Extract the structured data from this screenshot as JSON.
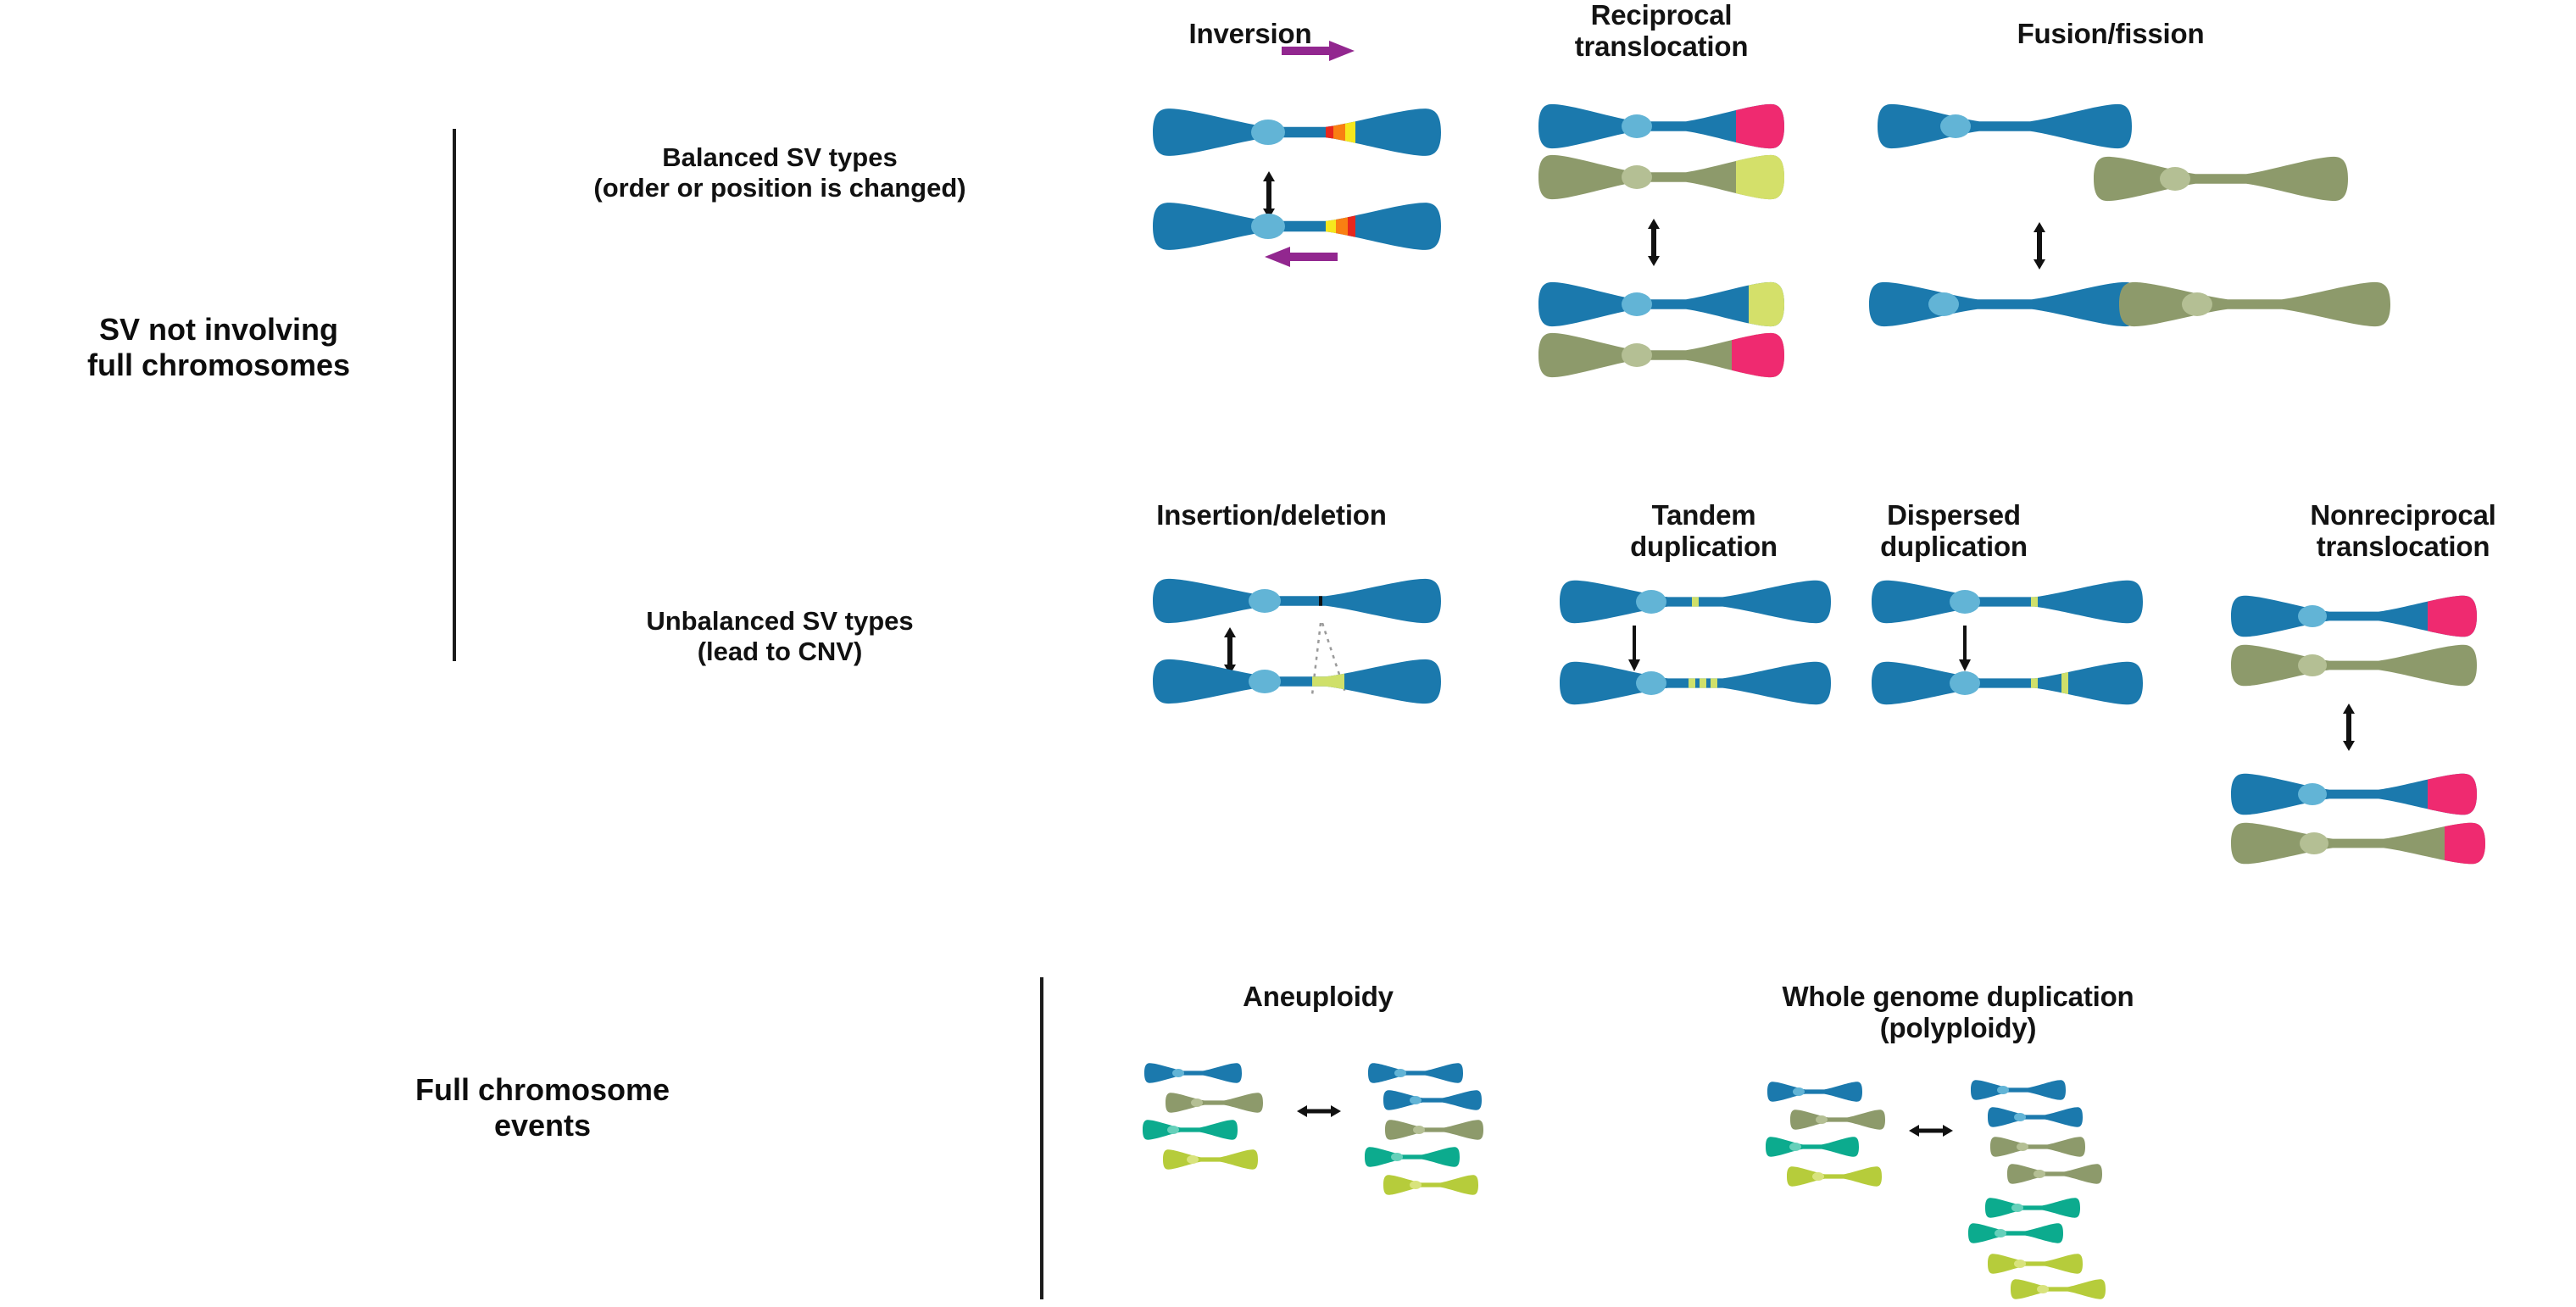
{
  "figure": {
    "type": "diagram",
    "subject": "Classification of structural variant (SV) types in chromosomes",
    "background": "#ffffff"
  },
  "palette": {
    "chrom_blue": "#1b79ad",
    "chrom_blue_dark": "#17688f",
    "chrom_blue_centromere": "#62b4d6",
    "chrom_olive": "#8d9a6b",
    "chrom_olive_dark": "#6f7a52",
    "chrom_olive_centromere": "#b4bf94",
    "chrom_teal": "#0cab8e",
    "chrom_teal_dark": "#0b8f78",
    "chrom_yellowgreen": "#b6cc3b",
    "chrom_yellowgreen_dark": "#97ab2e",
    "tip_pink": "#ef2a70",
    "tip_yellowgreen": "#d4e06a",
    "band_yellowgreen": "#cfe06a",
    "inversion_band_red": "#e8271c",
    "inversion_band_orange": "#f97f12",
    "inversion_band_yellow": "#f6e71d",
    "arrow_purple": "#92278f",
    "arrow_black": "#111111",
    "divider": "#1b1b1b",
    "breakpoint_line": "#111111"
  },
  "groups": [
    {
      "id": "sv-not-full-chromosomes",
      "label": "SV not involving\nfull chromosomes",
      "label_line1": "SV not involving",
      "label_line2": "full chromosomes",
      "rows": [
        {
          "id": "balanced",
          "label_line1": "Balanced SV types",
          "label_line2": "(order or position is changed)",
          "panels": [
            "inversion",
            "reciprocal-translocation",
            "fusion-fission"
          ]
        },
        {
          "id": "unbalanced",
          "label_line1": "Unbalanced SV types",
          "label_line2": "(lead to CNV)",
          "panels": [
            "insertion-deletion",
            "tandem-duplication",
            "dispersed-duplication",
            "nonreciprocal-translocation"
          ]
        }
      ]
    },
    {
      "id": "full-chromosome-events",
      "label_line1": "Full chromosome",
      "label_line2": "events",
      "rows": [
        {
          "id": "whole-chromosome",
          "panels": [
            "aneuploidy",
            "whole-genome-duplication"
          ]
        }
      ]
    }
  ],
  "panels": {
    "inversion": {
      "title": "Inversion",
      "title_lines": [
        "Inversion"
      ],
      "arrow_top": "right",
      "arrow_bottom": "left",
      "transition": "double-vertical",
      "before": [
        {
          "color": "blue",
          "band": "gradient-red-orange-yellow",
          "band_direction": "forward"
        }
      ],
      "after": [
        {
          "color": "blue",
          "band": "gradient-red-orange-yellow",
          "band_direction": "reversed"
        }
      ]
    },
    "reciprocal-translocation": {
      "title_lines": [
        "Reciprocal",
        "translocation"
      ],
      "transition": "double-vertical",
      "before": [
        {
          "color": "blue",
          "tip": "pink"
        },
        {
          "color": "olive",
          "tip": "yellowgreen"
        }
      ],
      "after": [
        {
          "color": "blue",
          "tip": "yellowgreen"
        },
        {
          "color": "olive",
          "tip": "pink"
        }
      ]
    },
    "fusion-fission": {
      "title_lines": [
        "Fusion/fission"
      ],
      "transition": "double-vertical",
      "before": [
        {
          "color": "blue"
        },
        {
          "color": "olive"
        }
      ],
      "after": [
        {
          "color": "blue-olive-fused"
        }
      ]
    },
    "insertion-deletion": {
      "title_lines": [
        "Insertion/deletion"
      ],
      "transition": "double-vertical",
      "before": [
        {
          "color": "blue",
          "breakpoint": true
        }
      ],
      "after": [
        {
          "color": "blue",
          "insert": "yellowgreen-block"
        }
      ],
      "guide_lines": "dotted"
    },
    "tandem-duplication": {
      "title_lines": [
        "Tandem",
        "duplication"
      ],
      "transition": "down-arrow",
      "before": [
        {
          "color": "blue",
          "stripes": 1
        }
      ],
      "after": [
        {
          "color": "blue",
          "stripes": 3,
          "arrangement": "adjacent"
        }
      ]
    },
    "dispersed-duplication": {
      "title_lines": [
        "Dispersed",
        "duplication"
      ],
      "transition": "down-arrow",
      "before": [
        {
          "color": "blue",
          "stripes": 1
        }
      ],
      "after": [
        {
          "color": "blue",
          "stripes": 2,
          "arrangement": "separated"
        }
      ]
    },
    "nonreciprocal-translocation": {
      "title_lines": [
        "Nonreciprocal",
        "translocation"
      ],
      "transition": "double-vertical",
      "before": [
        {
          "color": "blue",
          "tip": "pink"
        },
        {
          "color": "olive"
        }
      ],
      "after": [
        {
          "color": "blue",
          "tip": "pink"
        },
        {
          "color": "olive",
          "tip": "pink"
        }
      ]
    },
    "aneuploidy": {
      "title_lines": [
        "Aneuploidy"
      ],
      "transition": "double-horizontal",
      "before_count": 4,
      "after_count": 5,
      "before": [
        "blue",
        "olive",
        "teal",
        "yellowgreen"
      ],
      "after": [
        "blue",
        "blue",
        "olive",
        "teal",
        "yellowgreen"
      ]
    },
    "whole-genome-duplication": {
      "title_lines": [
        "Whole genome duplication",
        "(polyploidy)"
      ],
      "transition": "double-horizontal",
      "before_count": 4,
      "after_count": 8,
      "before": [
        "blue",
        "olive",
        "teal",
        "yellowgreen"
      ],
      "after": [
        "blue",
        "blue",
        "olive",
        "olive",
        "teal",
        "teal",
        "yellowgreen",
        "yellowgreen"
      ]
    }
  }
}
